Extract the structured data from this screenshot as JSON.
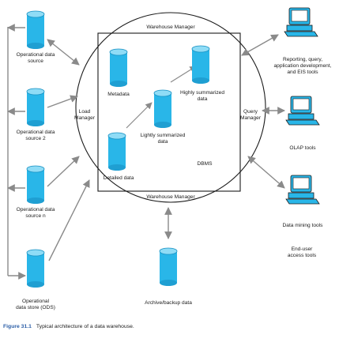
{
  "sources": [
    {
      "label_line1": "Operational data",
      "label_line2": "source"
    },
    {
      "label_line1": "Operational data",
      "label_line2": "source 2"
    },
    {
      "label_line1": "Operational data",
      "label_line2": "source n"
    },
    {
      "label_line1": "Operational",
      "label_line2": "data store (ODS)"
    }
  ],
  "load_manager": {
    "line1": "Load",
    "line2": "Manager"
  },
  "warehouse_manager_top": "Warehouse Manager",
  "warehouse_manager_bottom": "Warehouse Manager",
  "query_manager": {
    "line1": "Query",
    "line2": "Manager"
  },
  "dbms_label": "DBMS",
  "stores": {
    "metadata": "Metadata",
    "detailed": "Detailed data",
    "lightly": {
      "line1": "Lightly summarized",
      "line2": "data"
    },
    "highly": {
      "line1": "Highly summarized",
      "line2": "data"
    }
  },
  "archive": "Archive/backup data",
  "tools": [
    {
      "line1": "Reporting, query,",
      "line2": "application development,",
      "line3": "and EIS tools"
    },
    {
      "line1": "OLAP tools",
      "line2": "",
      "line3": ""
    },
    {
      "line1": "Data mining tools",
      "line2": "",
      "line3": ""
    }
  ],
  "end_user": {
    "line1": "End-user",
    "line2": "access tools"
  },
  "caption": {
    "figure": "Figure 31.1",
    "text": "Typical architecture of a data warehouse."
  },
  "colors": {
    "cylinder_fill": "#29b6e8",
    "cylinder_dark": "#1690c2",
    "computer_fill": "#29b6e8",
    "arrow": "#8a8a8a",
    "line": "#1a1a1a"
  }
}
